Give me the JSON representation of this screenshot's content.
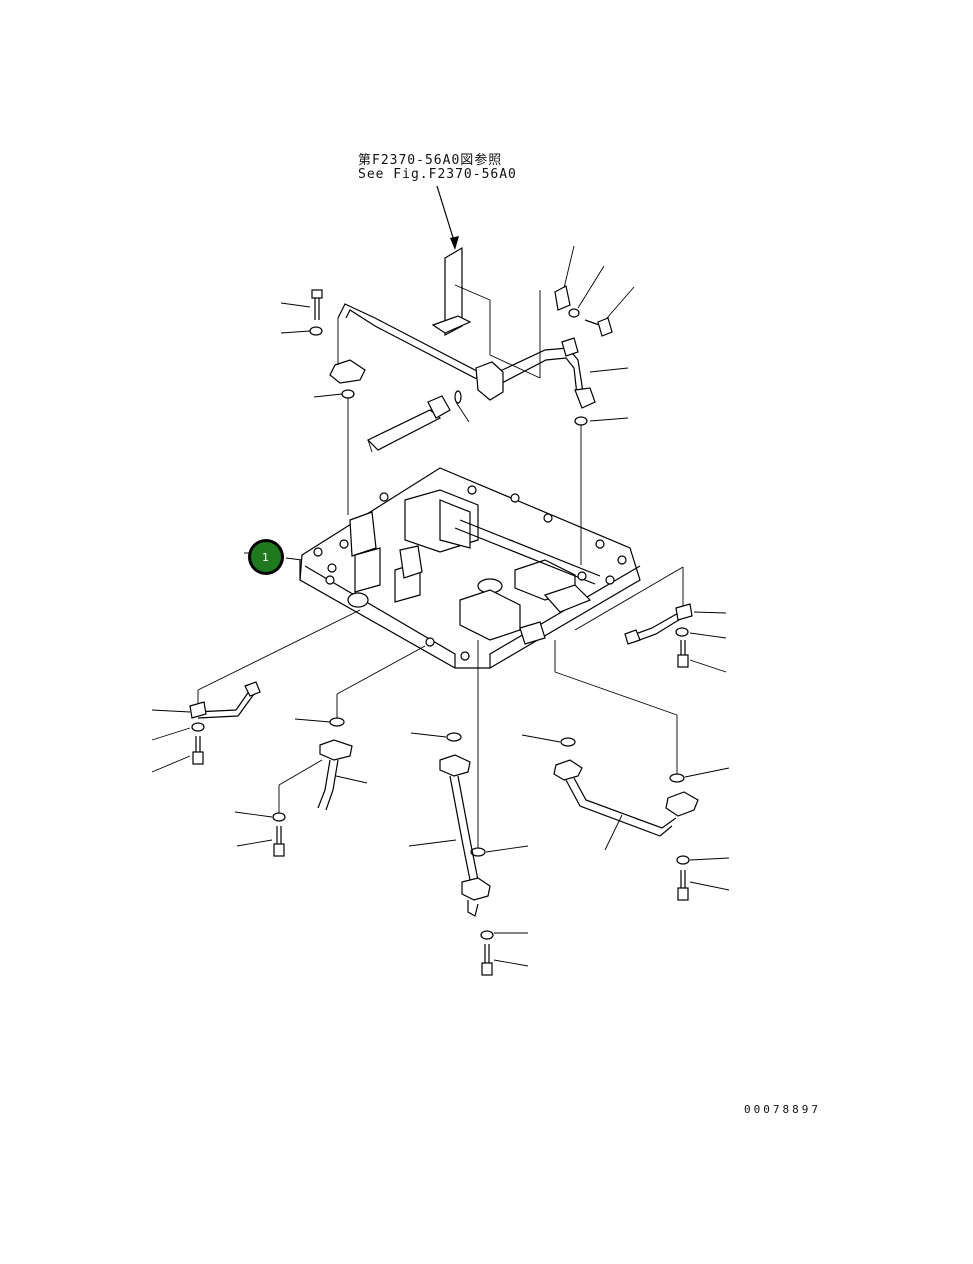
{
  "reference": {
    "japanese": "第F2370-56A0図参照",
    "english": "See Fig.F2370-56A0"
  },
  "callouts": [
    {
      "label": "1",
      "color": "#1f7a1f"
    }
  ],
  "drawing_number": "00078897"
}
